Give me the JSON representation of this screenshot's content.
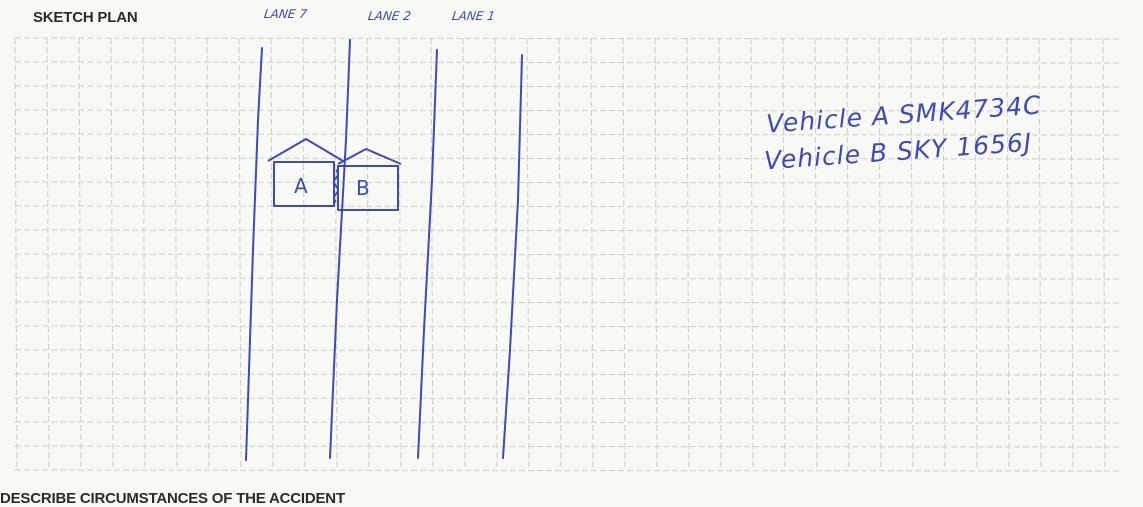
{
  "header": {
    "title": "SKETCH PLAN"
  },
  "sketch": {
    "lane_labels": [
      "LANE 7",
      "LANE 2",
      "LANE 1"
    ],
    "vehicle_labels": [
      "A",
      "B"
    ],
    "notes": [
      "Vehicle A SMK4734C",
      "Vehicle B SKY 1656J"
    ]
  },
  "footer": {
    "heading": "DESCRIBE CIRCUMSTANCES OF THE ACCIDENT"
  },
  "colors": {
    "ink": "#3d4bb5",
    "grid": "#c9c9c4",
    "printed_text": "#2b2b2b"
  }
}
